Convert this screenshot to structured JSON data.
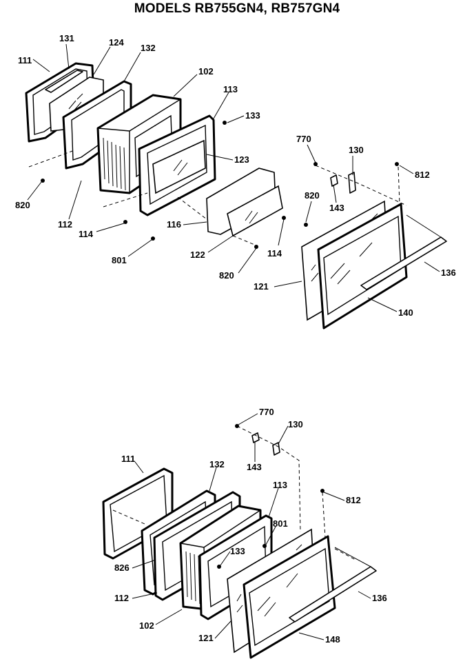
{
  "title": "MODELS RB755GN4, RB757GN4",
  "top_labels": {
    "l111": "111",
    "l131": "131",
    "l124": "124",
    "l132": "132",
    "l102": "102",
    "l113": "113",
    "l133": "133",
    "l123": "123",
    "l820a": "820",
    "l112": "112",
    "l114a": "114",
    "l801": "801",
    "l116": "116",
    "l122": "122",
    "l820b": "820",
    "l114b": "114",
    "l820c": "820",
    "l770": "770",
    "l130": "130",
    "l812": "812",
    "l143": "143",
    "l136": "136",
    "l121": "121",
    "l140": "140"
  },
  "bottom_labels": {
    "l770": "770",
    "l130": "130",
    "l143": "143",
    "l812": "812",
    "l111": "111",
    "l132": "132",
    "l113": "113",
    "l801": "801",
    "l133": "133",
    "l826": "826",
    "l112": "112",
    "l102": "102",
    "l121": "121",
    "l136": "136",
    "l148": "148"
  }
}
